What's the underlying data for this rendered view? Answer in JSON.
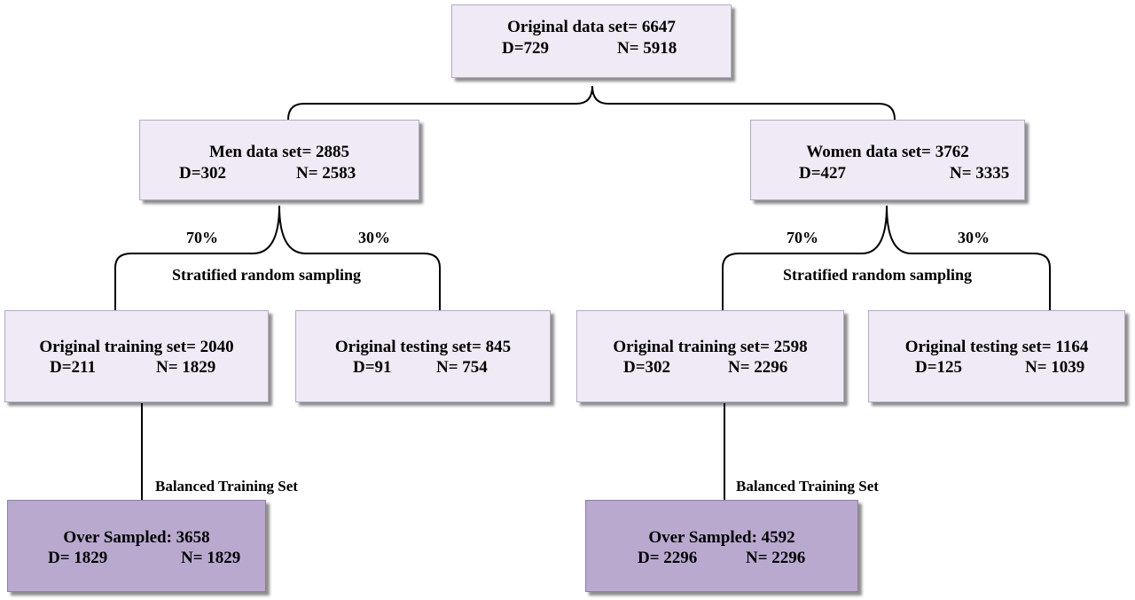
{
  "nodes": {
    "root": {
      "title": "Original data set= 6647",
      "d": "D=729",
      "n": "N= 5918"
    },
    "men": {
      "title": "Men data set= 2885",
      "d": "D=302",
      "n": "N= 2583"
    },
    "women": {
      "title": "Women data set= 3762",
      "d": "D=427",
      "n": "N= 3335"
    },
    "men_train": {
      "title": "Original training set= 2040",
      "d": "D=211",
      "n": "N= 1829"
    },
    "men_test": {
      "title": "Original testing set= 845",
      "d": "D=91",
      "n": "N= 754"
    },
    "women_train": {
      "title": "Original training set= 2598",
      "d": "D=302",
      "n": "N= 2296"
    },
    "women_test": {
      "title": "Original testing set= 1164",
      "d": "D=125",
      "n": "N= 1039"
    },
    "men_over": {
      "title": "Over Sampled: 3658",
      "d": "D= 1829",
      "n": "N= 1829"
    },
    "women_over": {
      "title": "Over Sampled: 4592",
      "d": "D= 2296",
      "n": "N= 2296"
    }
  },
  "labels": {
    "men_train_pct": "70%",
    "men_test_pct": "30%",
    "women_train_pct": "70%",
    "women_test_pct": "30%",
    "men_sampling": "Stratified random sampling",
    "women_sampling": "Stratified random sampling",
    "men_balanced": "Balanced Training  Set",
    "women_balanced": "Balanced Training  Set"
  },
  "colors": {
    "box_fill": "#efeaf5",
    "box_fill_dark": "#b9a9cf",
    "line": "#000000"
  }
}
